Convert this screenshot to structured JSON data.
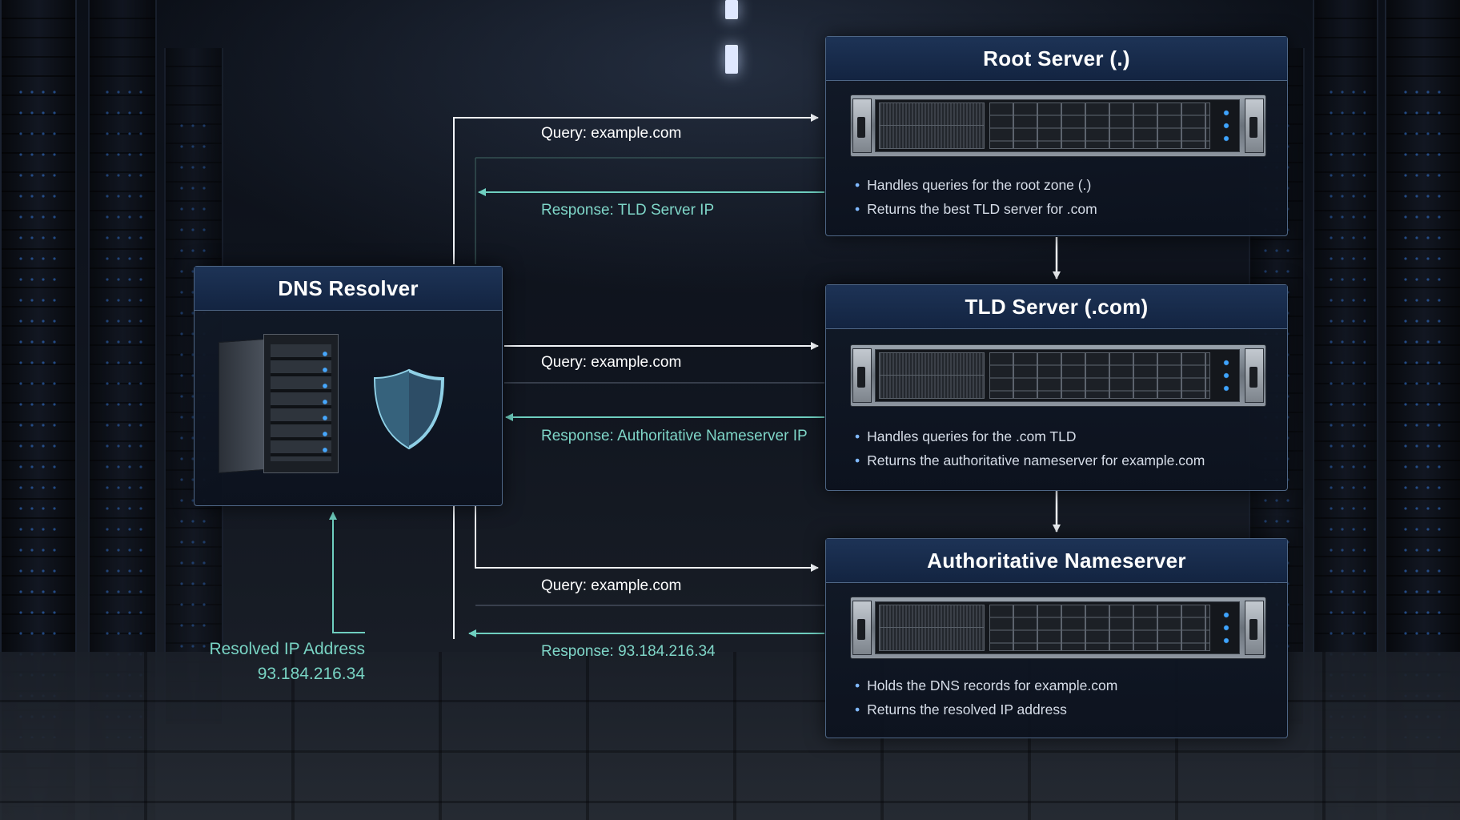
{
  "colors": {
    "query_arrow": "#f2f5f9",
    "response_arrow": "#6fcfc0",
    "panel_header": "#1d3356",
    "panel_border": "#4e6685"
  },
  "resolver": {
    "title": "DNS Resolver",
    "icons": [
      "server-tower-icon",
      "shield-icon"
    ],
    "resolved_label": "Resolved IP Address",
    "resolved_ip": "93.184.216.34"
  },
  "servers": [
    {
      "title": "Root Server (.)",
      "bullets": [
        "Handles queries for the root zone (.)",
        "Returns the best TLD server for .com"
      ]
    },
    {
      "title": "TLD Server (.com)",
      "bullets": [
        "Handles queries for the .com TLD",
        "Returns the authoritative nameserver for example.com"
      ]
    },
    {
      "title": "Authoritative Nameserver",
      "bullets": [
        "Holds the DNS records for example.com",
        "Returns the resolved IP address"
      ]
    }
  ],
  "flows": [
    {
      "query": "Query: example.com",
      "response": "Response: TLD Server IP"
    },
    {
      "query": "Query: example.com",
      "response": "Response: Authoritative Nameserver IP"
    },
    {
      "query": "Query: example.com",
      "response": "Response: 93.184.216.34"
    }
  ]
}
